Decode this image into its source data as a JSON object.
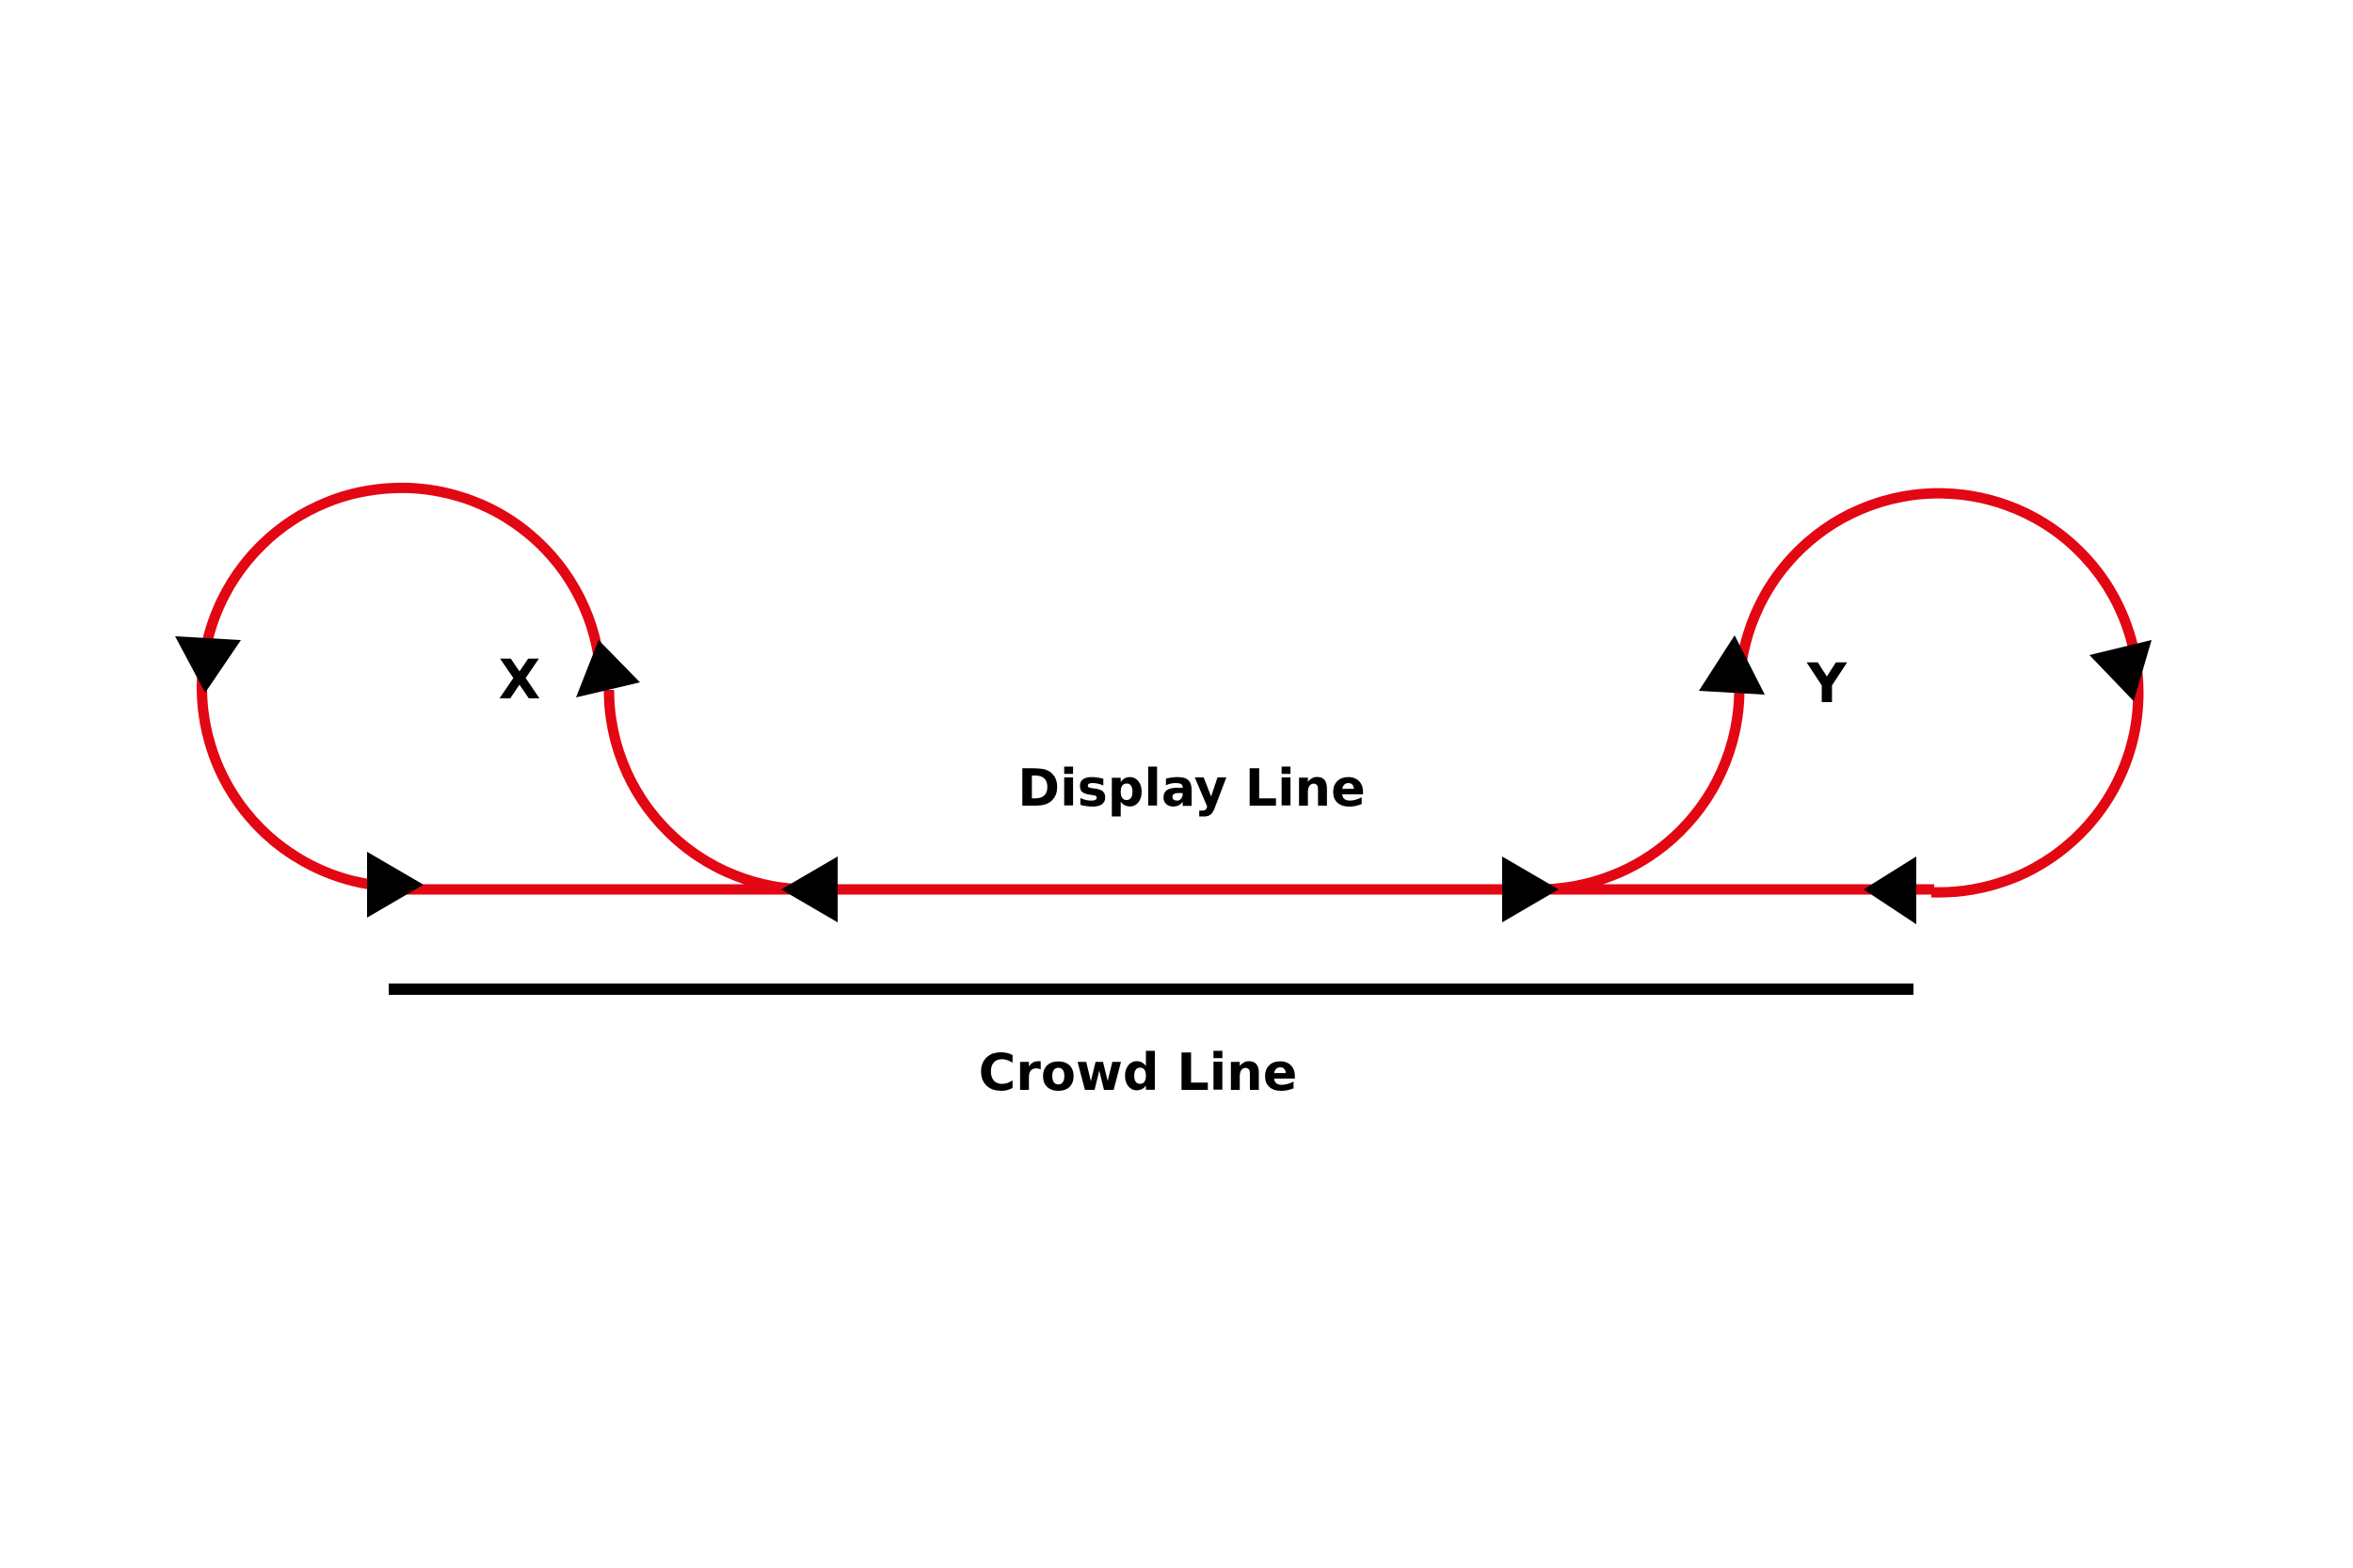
{
  "labels": {
    "point_x": "X",
    "point_y": "Y",
    "display_line": "Display Line",
    "crowd_line": "Crowd Line"
  },
  "colors": {
    "flight_path": "#e30613",
    "arrows": "#000000",
    "crowd_line": "#000000",
    "background": "#ffffff"
  }
}
